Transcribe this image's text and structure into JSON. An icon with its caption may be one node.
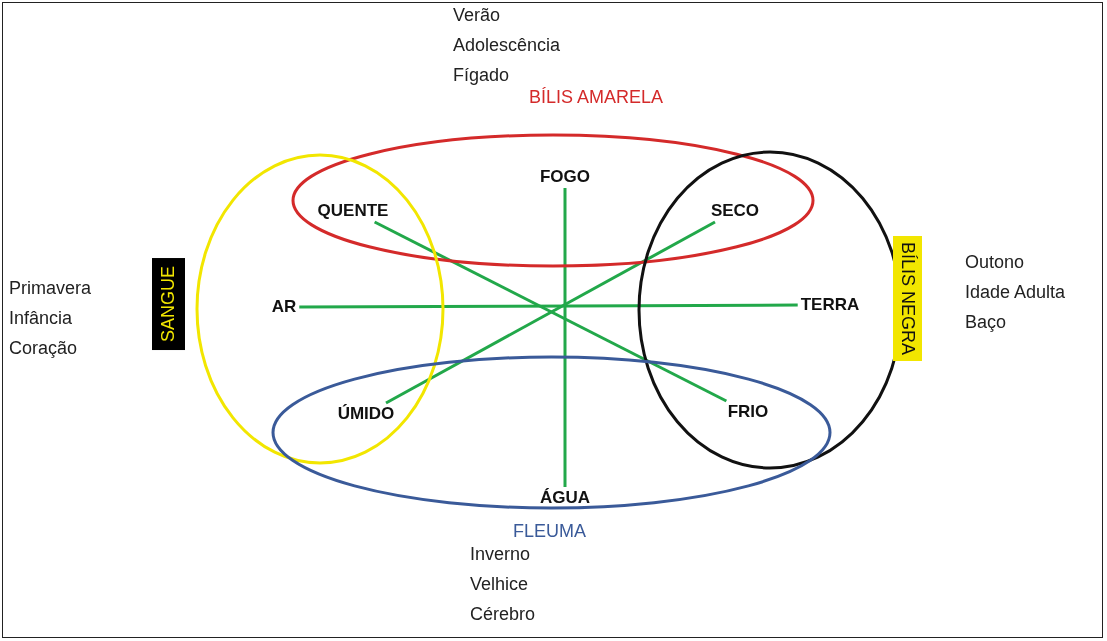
{
  "diagram": {
    "nodes": [
      {
        "text": [
          "BÍLIS AMARELA"
        ],
        "beside": [
          "Verão",
          "Adolescência",
          "Fígado"
        ]
      },
      {
        "text": [
          "FOGO"
        ],
        "in": 0
      },
      {
        "text": [
          "QUENTE"
        ]
      },
      {
        "text": [
          "SECO"
        ]
      },
      {
        "text": [
          "SANGUE"
        ],
        "beside": [
          "Primavera",
          "Infância",
          "Coração"
        ]
      },
      {
        "text": [
          "AR"
        ],
        "in": 4
      },
      {
        "text": [
          "TERRA"
        ],
        "in": 7
      },
      {
        "text": [
          "BÍLIS NEGRA"
        ],
        "beside": [
          "Outono",
          "Idade Adulta",
          "Baço"
        ]
      },
      {
        "text": [
          "ÚMIDO"
        ]
      },
      {
        "text": [
          "FRIO"
        ]
      },
      {
        "text": [
          "ÁGUA"
        ],
        "in": 11
      },
      {
        "text": [
          "FLEUMA"
        ],
        "beside": [
          "Inverno",
          "Velhice",
          "Cérebro"
        ]
      }
    ],
    "edges": [
      {
        "from": 1,
        "to": 10,
        "arrow": "none"
      },
      {
        "from": 5,
        "to": 6,
        "arrow": "none"
      },
      {
        "from": 2,
        "to": 9,
        "arrow": "none"
      },
      {
        "from": 3,
        "to": 8,
        "arrow": "none"
      }
    ]
  }
}
